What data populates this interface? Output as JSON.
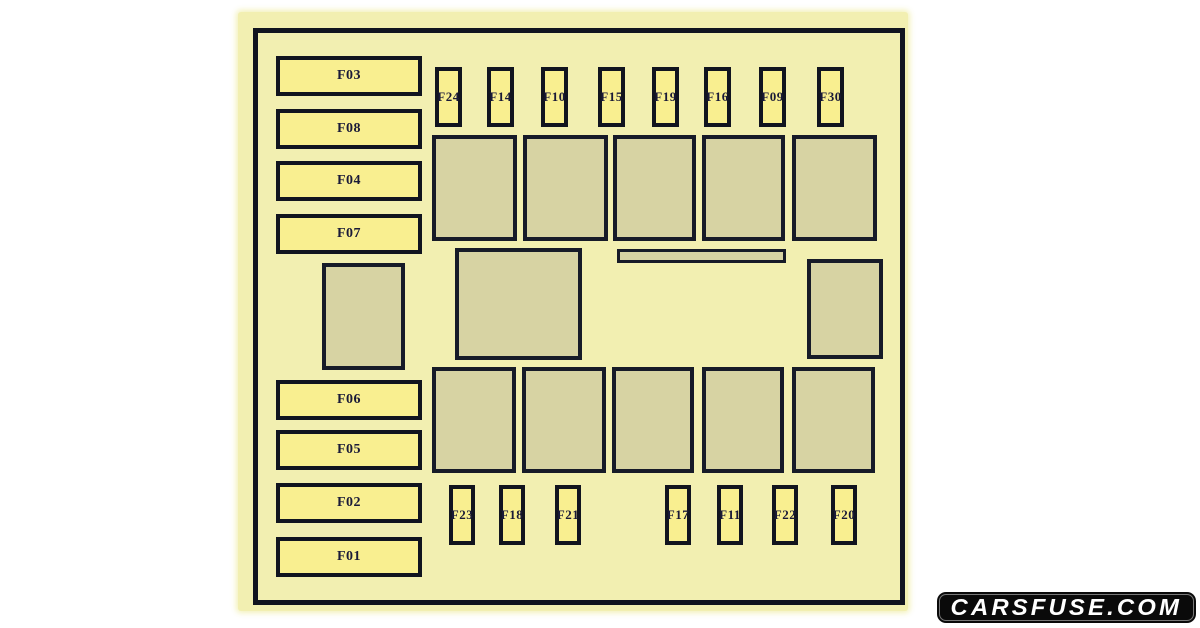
{
  "fuses": {
    "left": [
      "F03",
      "F08",
      "F04",
      "F07",
      "F06",
      "F05",
      "F02",
      "F01"
    ],
    "top": [
      "F24",
      "F14",
      "F10",
      "F15",
      "F19",
      "F16",
      "F09",
      "F30"
    ],
    "bottom": [
      "F23",
      "F18",
      "F21",
      "F17",
      "F11",
      "F22",
      "F20"
    ]
  },
  "relays": {
    "top_row_count": 5,
    "bottom_row_count": 5,
    "middle_blocks": [
      "small-relay",
      "large-relay",
      "connector-bar",
      "right-relay"
    ]
  },
  "watermark": {
    "text": "CARSFUSE.COM"
  },
  "colors": {
    "page_background": "#ffffff",
    "panel_background": "#f2efb1",
    "fuse_fill": "#f9ef90",
    "relay_fill": "#d7d3a3",
    "outline": "#11141f",
    "label_text": "#1a1a38",
    "badge_background": "#0a0a0a",
    "badge_text": "#ffffff"
  }
}
